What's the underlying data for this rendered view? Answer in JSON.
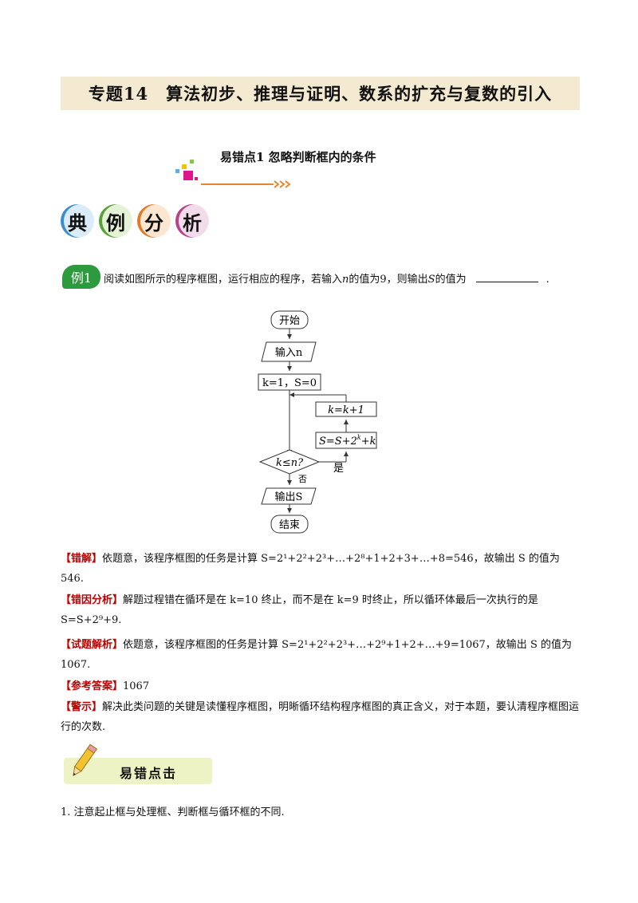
{
  "header": {
    "title": "专题14　算法初步、推理与证明、数系的扩充与复数的引入"
  },
  "section": {
    "subtitle": "易错点1  忽略判断框内的条件"
  },
  "banner": {
    "chars": [
      "典",
      "例",
      "分",
      "析"
    ]
  },
  "example": {
    "badge": "例1",
    "question_pre": "阅读如图所示的程序框图，运行相应的程序，若输入",
    "question_var_n": "n",
    "question_mid": "的值为9，则输出",
    "question_var_s": "S",
    "question_post": "的值为",
    "question_end": "."
  },
  "flowchart": {
    "start": "开始",
    "input": "输入n",
    "init": "k=1，S=0",
    "update_k": "k=k+1",
    "update_s": "S=S+2",
    "update_s_exp": "k",
    "update_s_tail": "+k",
    "condition": "k≤n?",
    "yes": "是",
    "no": "否",
    "output": "输出S",
    "end": "结束"
  },
  "analysis": {
    "wrong_tag": "【错解】",
    "wrong_text": "依题意，该程序框图的任务是计算 S=2¹+2²+2³+…+2⁸+1+2+3+…+8=546，故输出 S 的值为 546.",
    "reason_tag": "【错因分析】",
    "reason_text": "解题过程错在循环是在 k=10 终止，而不是在 k=9 时终止，所以循环体最后一次执行的是 S=S+2⁹+9.",
    "solution_tag": "【试题解析】",
    "solution_text": "依题意，该程序框图的任务是计算 S=2¹+2²+2³+…+2⁹+1+2+…+9=1067，故输出 S 的值为 1067.",
    "answer_tag": "【参考答案】",
    "answer_text": "1067",
    "warning_tag": "【警示】",
    "warning_text": "解决此类问题的关键是读懂程序框图，明晰循环结构程序框图的真正含义，对于本题，要认清程序框图运行的次数."
  },
  "tips": {
    "label": "易错点击",
    "item1": "1. 注意起止框与处理框、判断框与循环框的不同."
  },
  "colors": {
    "title_bg": "#f4ead2",
    "tag_red": "#c00000",
    "badge_green": "#2e9a3e",
    "arrow_orange": "#e8862b",
    "tip_bg": "#eef3c5"
  }
}
